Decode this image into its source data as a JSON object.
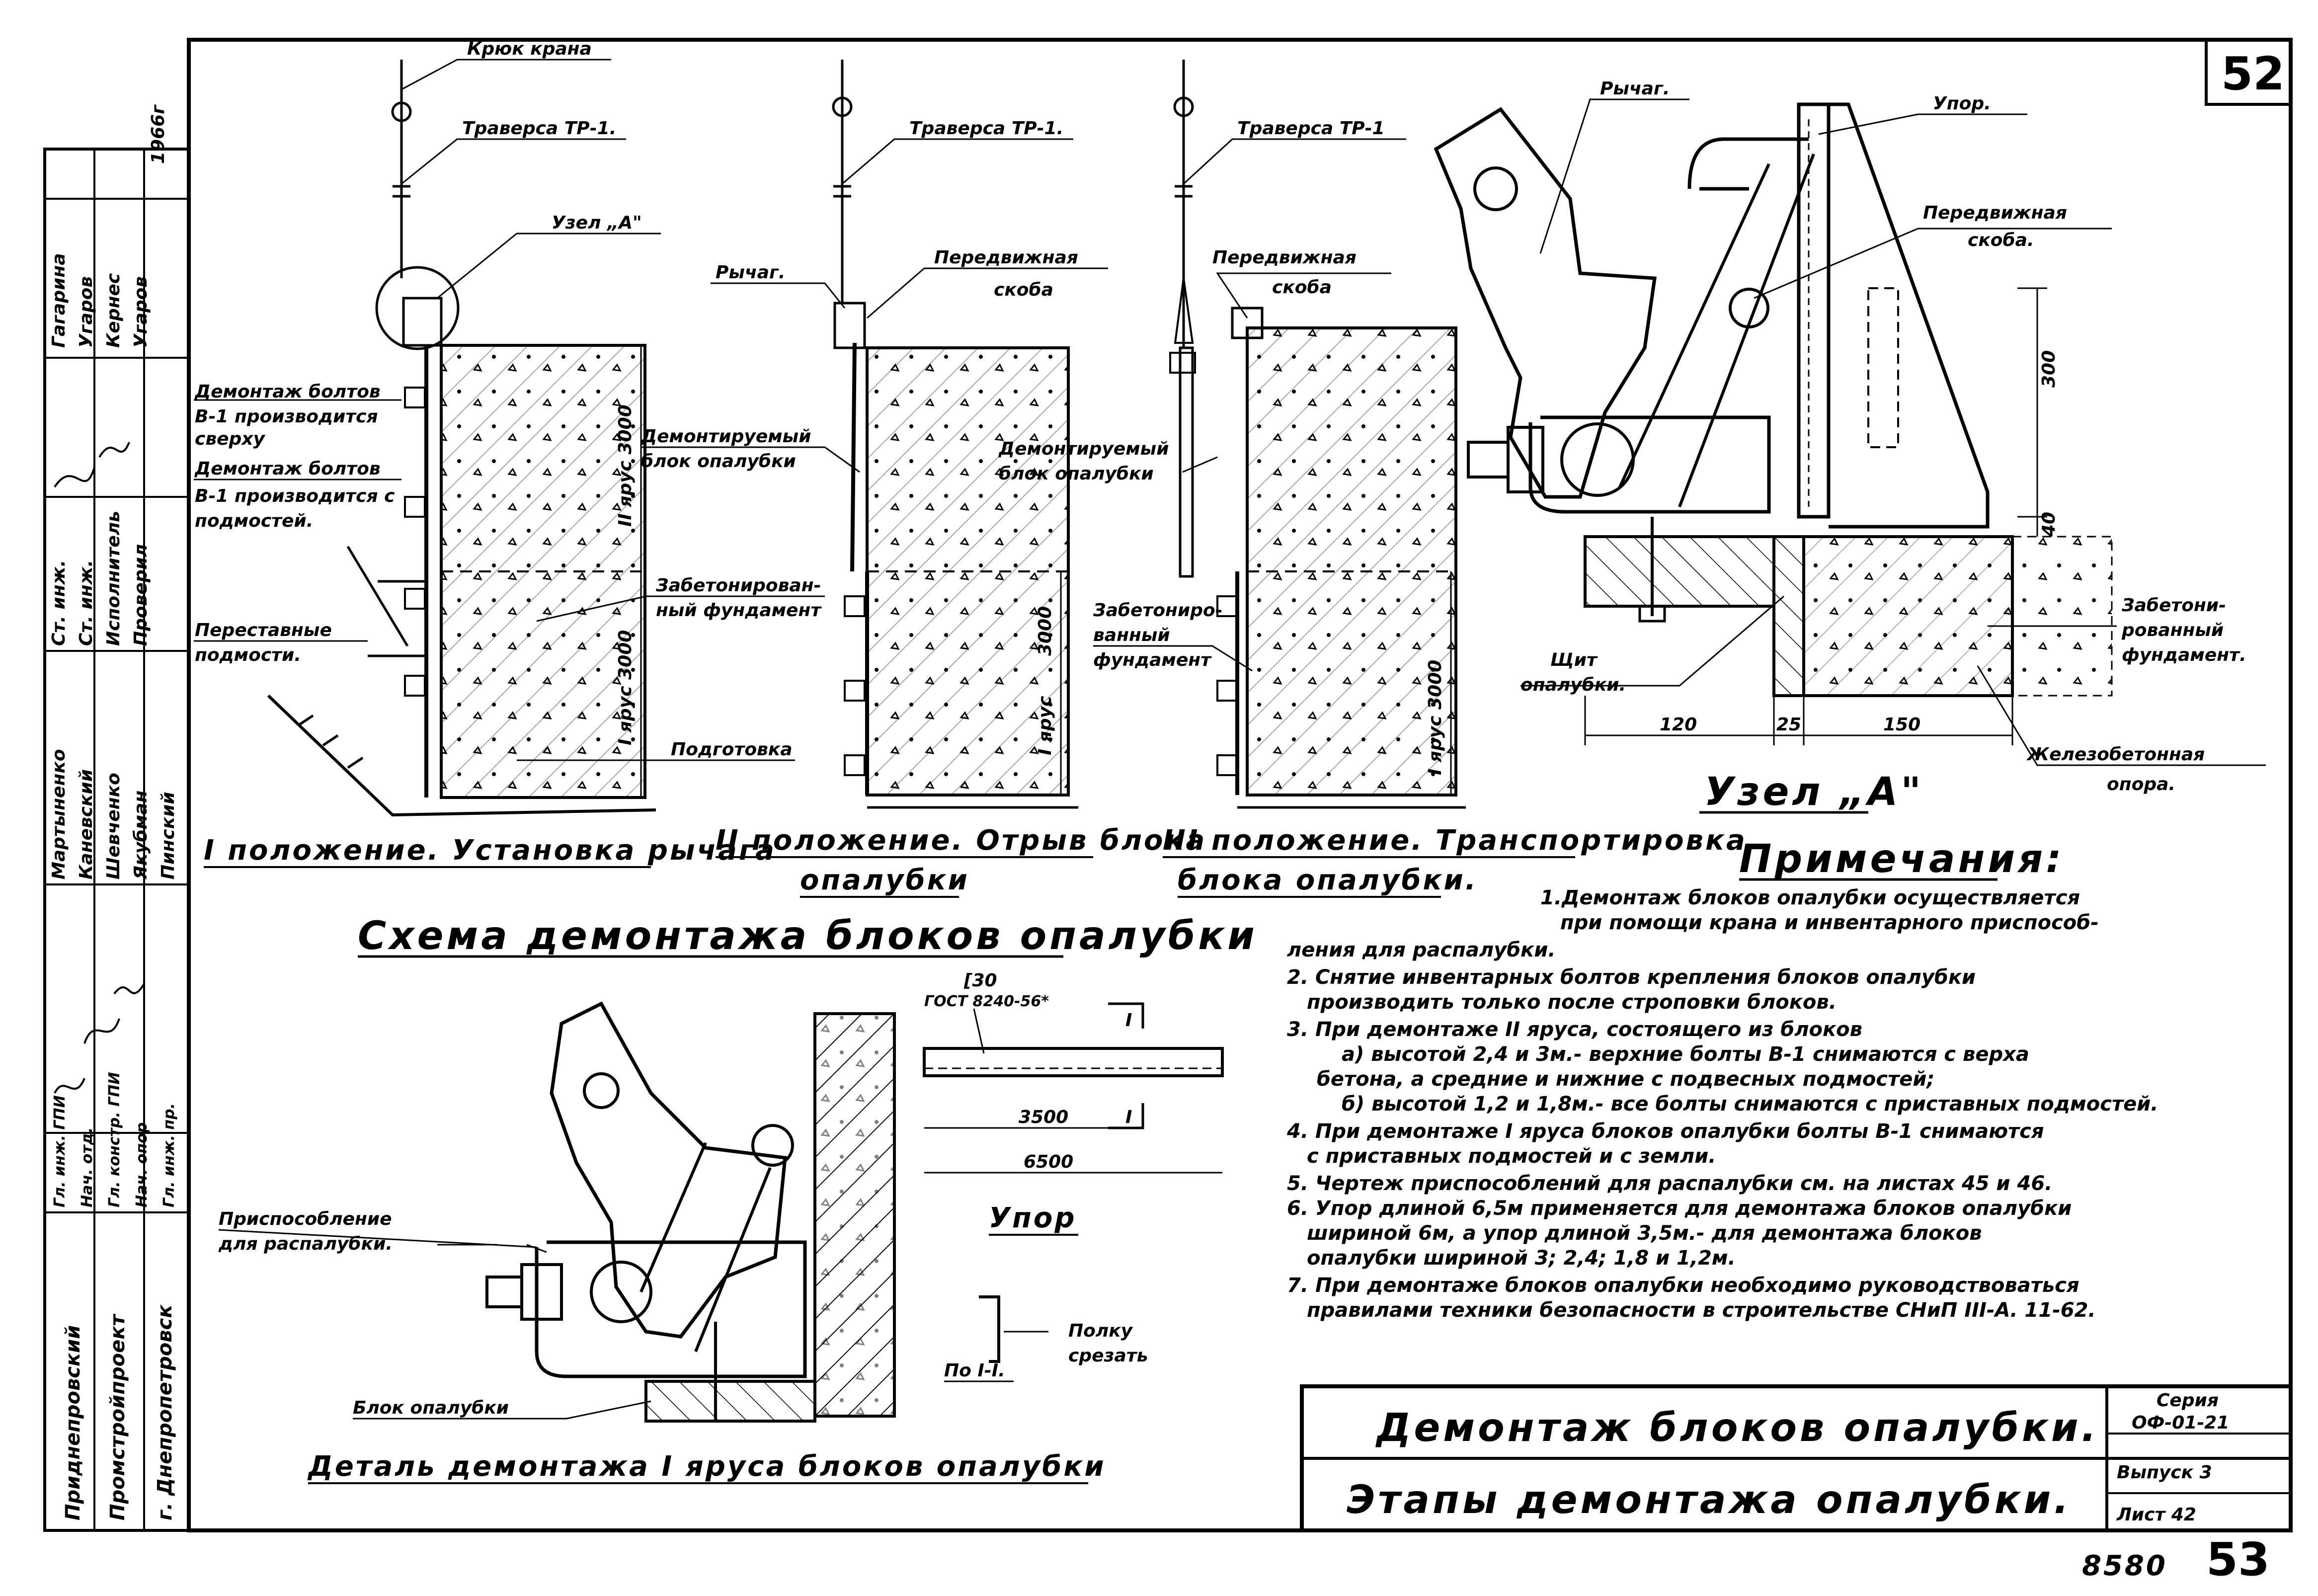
{
  "sheet": {
    "page_number": "52",
    "bottom_number_left": "8580",
    "bottom_number_right": "53",
    "year": "1966г"
  },
  "stamp": {
    "org1": "Приднепровский",
    "org2": "Промстройпроект",
    "org3": "г. Днепропетровск",
    "roles": [
      "Гл. инж. ГПИ",
      "Нач. отд.",
      "Гл. констр. ГПИ",
      "Нач. опор",
      "Гл. инж. пр.",
      "Ст. инж.",
      "Ст. инж.",
      "Исполнитель",
      "Проверил"
    ],
    "names": [
      "Мартыненко",
      "Каневский",
      "Шевченко",
      "Якубман",
      "Пинский",
      "Гагарина",
      "Угаров",
      "Кернес",
      "Угаров"
    ]
  },
  "fig1": {
    "caption": "I положение. Установка рычага",
    "label_hook": "Крюк крана",
    "label_traverse": "Траверса ТР-1.",
    "label_node": "Узел „А\"",
    "label_bolts_top_1": "Демонтаж болтов",
    "label_bolts_top_2": "В-1 производится",
    "label_bolts_top_3": "сверху",
    "label_bolts_scaf_1": "Демонтаж болтов",
    "label_bolts_scaf_2": "В-1 производится с",
    "label_bolts_scaf_3": "подмостей.",
    "label_block_1": "Демонтируемый",
    "label_block_2": "блок опалубки.",
    "label_found_1": "Забетонирован-",
    "label_found_2": "ный фундамент",
    "label_scaffold_1": "Переставные",
    "label_scaffold_2": "подмости.",
    "label_prep": "Подготовка",
    "tier2": "II ярус 3000",
    "tier1": "I ярус 3000"
  },
  "fig2": {
    "caption_1": "II положение. Отрыв блока",
    "caption_2": "опалубки",
    "label_traverse": "Траверса ТР-1.",
    "label_lever": "Рычаг.",
    "label_clamp_1": "Передвижная",
    "label_clamp_2": "скоба",
    "label_block_1": "Демонтируемый",
    "label_block_2": "блок опалубки",
    "dim": "3000",
    "tier": "I ярус"
  },
  "fig3": {
    "caption_1": "III положение. Транспортировка",
    "caption_2": "блока опалубки.",
    "label_traverse": "Траверса ТР-1",
    "label_clamp_1": "Передвижная",
    "label_clamp_2": "скоба",
    "label_found_1": "Забетониро-",
    "label_found_2": "ванный",
    "label_found_3": "фундамент",
    "tier": "I ярус 3000"
  },
  "scheme_title": "Схема демонтажа блоков опалубки",
  "node": {
    "caption": "Узел „А\"",
    "label_lever": "Рычаг.",
    "label_stop": "Упор.",
    "label_clamp_1": "Передвижная",
    "label_clamp_2": "скоба.",
    "label_shield_1": "Щит",
    "label_shield_2": "опалубки.",
    "label_found_1": "Забетони-",
    "label_found_2": "рованный",
    "label_found_3": "фундамент.",
    "label_support_1": "Железобетонная",
    "label_support_2": "опора.",
    "dim_300": "300",
    "dim_40": "40",
    "dim_120": "120",
    "dim_25": "25",
    "dim_150": "150"
  },
  "detail": {
    "caption": "Деталь демонтажа I яруса блоков опалубки",
    "label_device_1": "Приспособление",
    "label_device_2": "для распалубки.",
    "label_block": "Блок опалубки"
  },
  "stop": {
    "title": "Упор",
    "profile_1": "[30",
    "profile_2": "ГОСТ 8240-56*",
    "dim_3500": "3500",
    "dim_6500": "6500",
    "section": "По I-I.",
    "label_cut_1": "Полку",
    "label_cut_2": "срезать",
    "mark": "I"
  },
  "notes": {
    "title": "Примечания:",
    "lines": [
      "1.Демонтаж блоков опалубки осуществляется",
      "при помощи крана и инвентарного приспособ-",
      "ления для распалубки.",
      "2. Снятие инвентарных болтов крепления блоков опалубки",
      "производить только после строповки блоков.",
      "3. При демонтаже II яруса, состоящего из блоков",
      "а) высотой 2,4 и 3м.- верхние болты В-1 снимаются с верха",
      "бетона, а средние и нижние с подвесных подмостей;",
      "б) высотой 1,2 и 1,8м.- все болты снимаются с приставных подмостей.",
      "4. При демонтаже I яруса блоков опалубки болты В-1 снимаются",
      "с приставных подмостей и с земли.",
      "5. Чертеж приспособлений для распалубки см. на листах 45 и 46.",
      "6. Упор длиной 6,5м применяется для демонтажа блоков опалубки",
      "шириной 6м, а упор длиной 3,5м.- для демонтажа блоков",
      "опалубки шириной 3; 2,4; 1,8 и 1,2м.",
      "7. При демонтаже блоков опалубки необходимо руководствоваться",
      "правилами техники безопасности в строительстве СНиП III-А. 11-62."
    ]
  },
  "titleblock": {
    "title1": "Демонтаж блоков опалубки.",
    "title2": "Этапы демонтажа опалубки.",
    "series_1": "Серия",
    "series_2": "ОФ-01-21",
    "issue": "Выпуск 3",
    "sheet": "Лист 42"
  }
}
